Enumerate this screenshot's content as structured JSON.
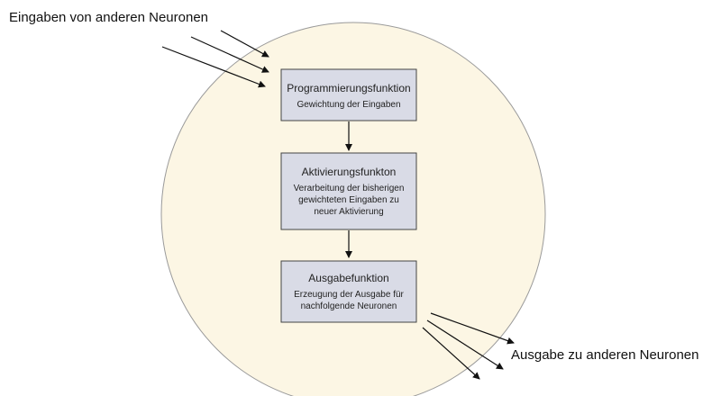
{
  "colors": {
    "cell_fill": "#fcf6e4",
    "cell_stroke": "#9a9a9a",
    "box_fill": "#d9dbe6",
    "box_stroke": "#444444",
    "arrow": "#111111"
  },
  "labels": {
    "inputs": "Eingaben von anderen Neuronen",
    "outputs": "Ausgabe zu anderen Neuronen"
  },
  "boxes": [
    {
      "title": "Programmierungsfunktion",
      "lines": [
        "Gewichtung der Eingaben"
      ]
    },
    {
      "title": "Aktivierungsfunkton",
      "lines": [
        "Verarbeitung der bisherigen",
        "gewichteten Eingaben zu",
        "neuer Aktivierung"
      ]
    },
    {
      "title": "Ausgabefunktion",
      "lines": [
        "Erzeugung der Ausgabe für",
        "nachfolgende Neuronen"
      ]
    }
  ]
}
